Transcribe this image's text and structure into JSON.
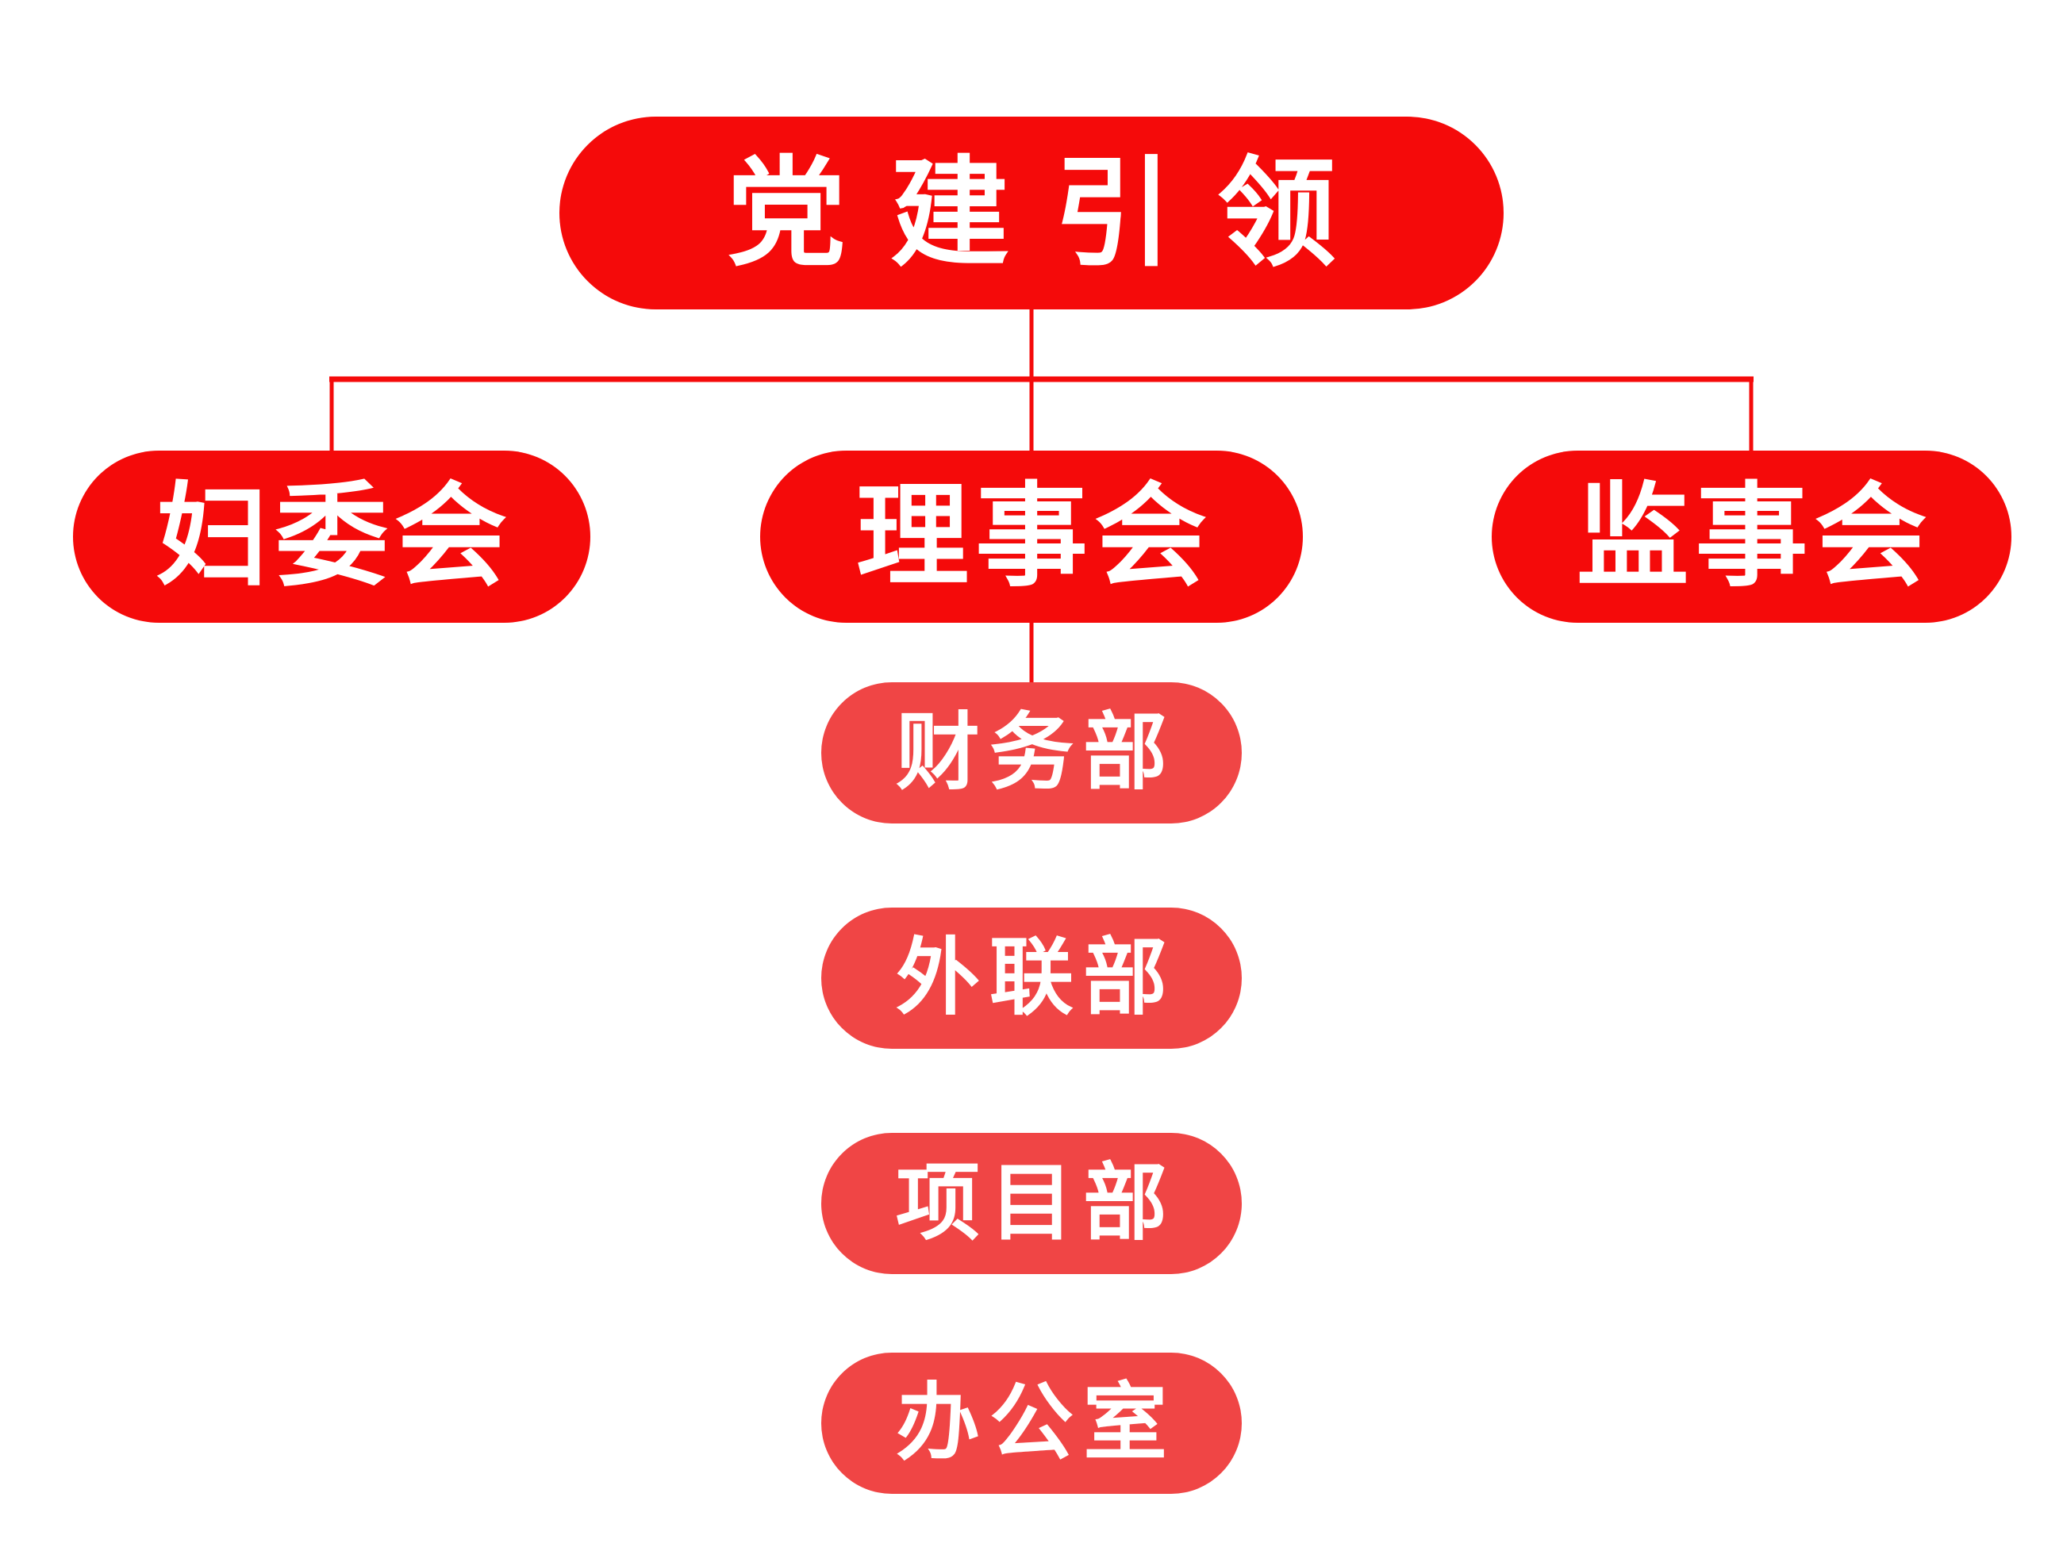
{
  "page": {
    "background_color": "#ffffff"
  },
  "colors": {
    "primary_red": "#f50a0a",
    "secondary_red": "#f04545",
    "connector_red": "#f50a0a",
    "text_color": "#ffffff"
  },
  "org_chart": {
    "root": {
      "label": "党建引领"
    },
    "level2": [
      {
        "label": "妇委会"
      },
      {
        "label": "理事会"
      },
      {
        "label": "监事会"
      }
    ],
    "departments": [
      {
        "label": "财务部"
      },
      {
        "label": "外联部"
      },
      {
        "label": "项目部"
      },
      {
        "label": "办公室"
      }
    ]
  }
}
